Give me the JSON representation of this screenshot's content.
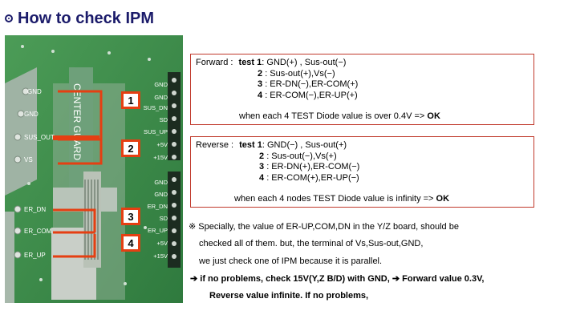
{
  "title": "How to check IPM",
  "board_labels": {
    "left": [
      "GND",
      "GND",
      "SUS_OUT",
      "VS",
      "ER_DN",
      "ER_COM",
      "ER_UP"
    ],
    "right": [
      "GND",
      "GND",
      "SUS_DN",
      "SD",
      "SUS_UP",
      "+5V",
      "+15V",
      "GND",
      "GND",
      "ER_DN",
      "SD",
      "ER_UP",
      "+5V",
      "+15V"
    ],
    "vertical": "CENTER GUARD",
    "callouts": [
      "1",
      "2",
      "3",
      "4"
    ]
  },
  "forward": {
    "prefix": "Forward :",
    "tests": [
      {
        "label": "test 1",
        "text": ": GND(+) , Sus-out(−)"
      },
      {
        "label": "2",
        "text": ": Sus-out(+),Vs(−)"
      },
      {
        "label": "3",
        "text": ": ER-DN(−),ER-COM(+)"
      },
      {
        "label": "4",
        "text": ": ER-COM(−),ER-UP(+)"
      }
    ],
    "condition": "when each 4 TEST Diode value is over 0.4V =>",
    "result": "OK"
  },
  "reverse": {
    "prefix": "Reverse :",
    "tests": [
      {
        "label": "test 1",
        "text": ": GND(−) , Sus-out(+)"
      },
      {
        "label": "2",
        "text": ": Sus-out(−),Vs(+)"
      },
      {
        "label": "3",
        "text": ": ER-DN(+),ER-COM(−)"
      },
      {
        "label": "4",
        "text": ": ER-COM(+),ER-UP(−)"
      }
    ],
    "condition": "when each 4 nodes TEST Diode value is infinity =>",
    "result": "OK"
  },
  "notes": {
    "line1": "※ Specially, the value of  ER-UP,COM,DN in the Y/Z board, should be",
    "line2": "checked all of them. but,  the terminal of Vs,Sus-out,GND,",
    "line3": "we just check one of IPM because it is parallel.",
    "line4": "➔   if no problems, check 15V(Y,Z B/D) with  GND, ➔ Forward value 0.3V,",
    "line5": "Reverse value infinite. If no problems,"
  },
  "colors": {
    "title": "#1b1b6a",
    "box_border": "#c0392b",
    "callout": "#e53f12",
    "board": "#3e8f4a"
  }
}
